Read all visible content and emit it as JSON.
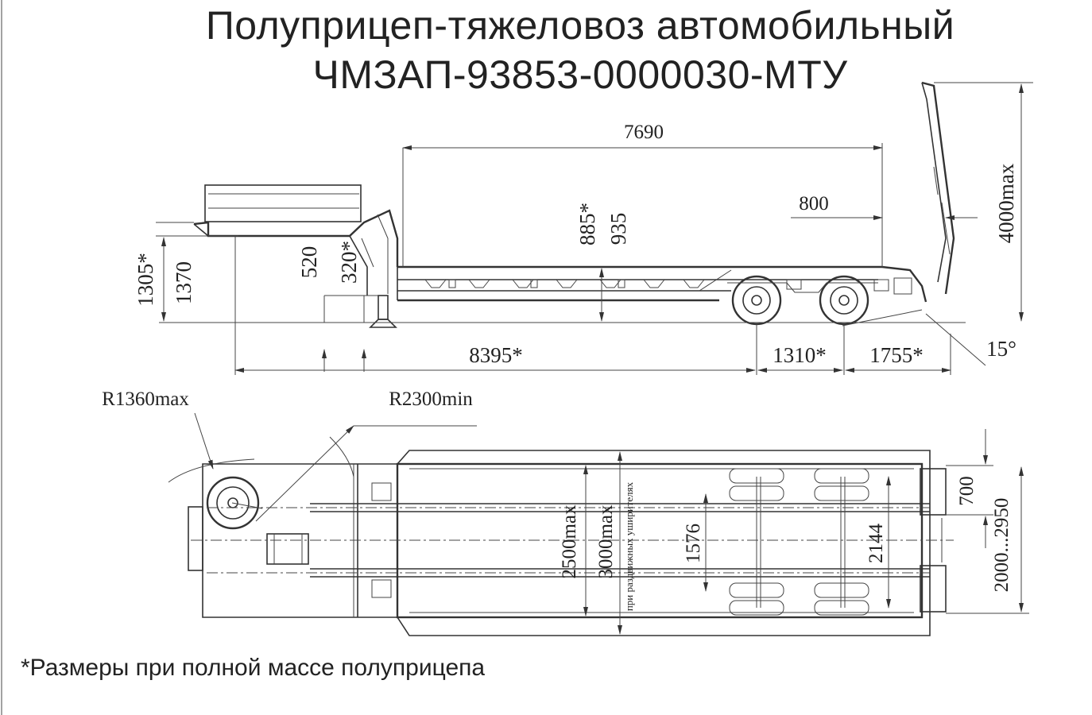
{
  "title": {
    "line1": "Полуприцеп-тяжеловоз автомобильный",
    "line2": "ЧМЗАП-93853-0000030-МТУ"
  },
  "side_view": {
    "dims": {
      "deck_length": "7690",
      "ramp_offset": "800",
      "max_height": "4000max",
      "coupling_height_loaded": "1305*",
      "coupling_height": "1370",
      "support_travel": "520",
      "support_travel_loaded": "320*",
      "deck_height_loaded": "885*",
      "deck_height": "935",
      "length_kingpin_axle": "8395*",
      "axle_spacing": "1310*",
      "rear_overhang": "1755*",
      "ramp_angle": "15°"
    }
  },
  "top_view": {
    "dims": {
      "front_radius": "R1360max",
      "turning_radius": "R2300min",
      "width_standard": "2500max",
      "width_extended": "3000max",
      "extended_note": "при раздвижных уширителях",
      "track_inner": "1576",
      "track_outer": "2144",
      "ramp_width": "700",
      "ramp_range": "2000...2950"
    }
  },
  "footnote": "*Размеры при полной массе полуприцепа"
}
